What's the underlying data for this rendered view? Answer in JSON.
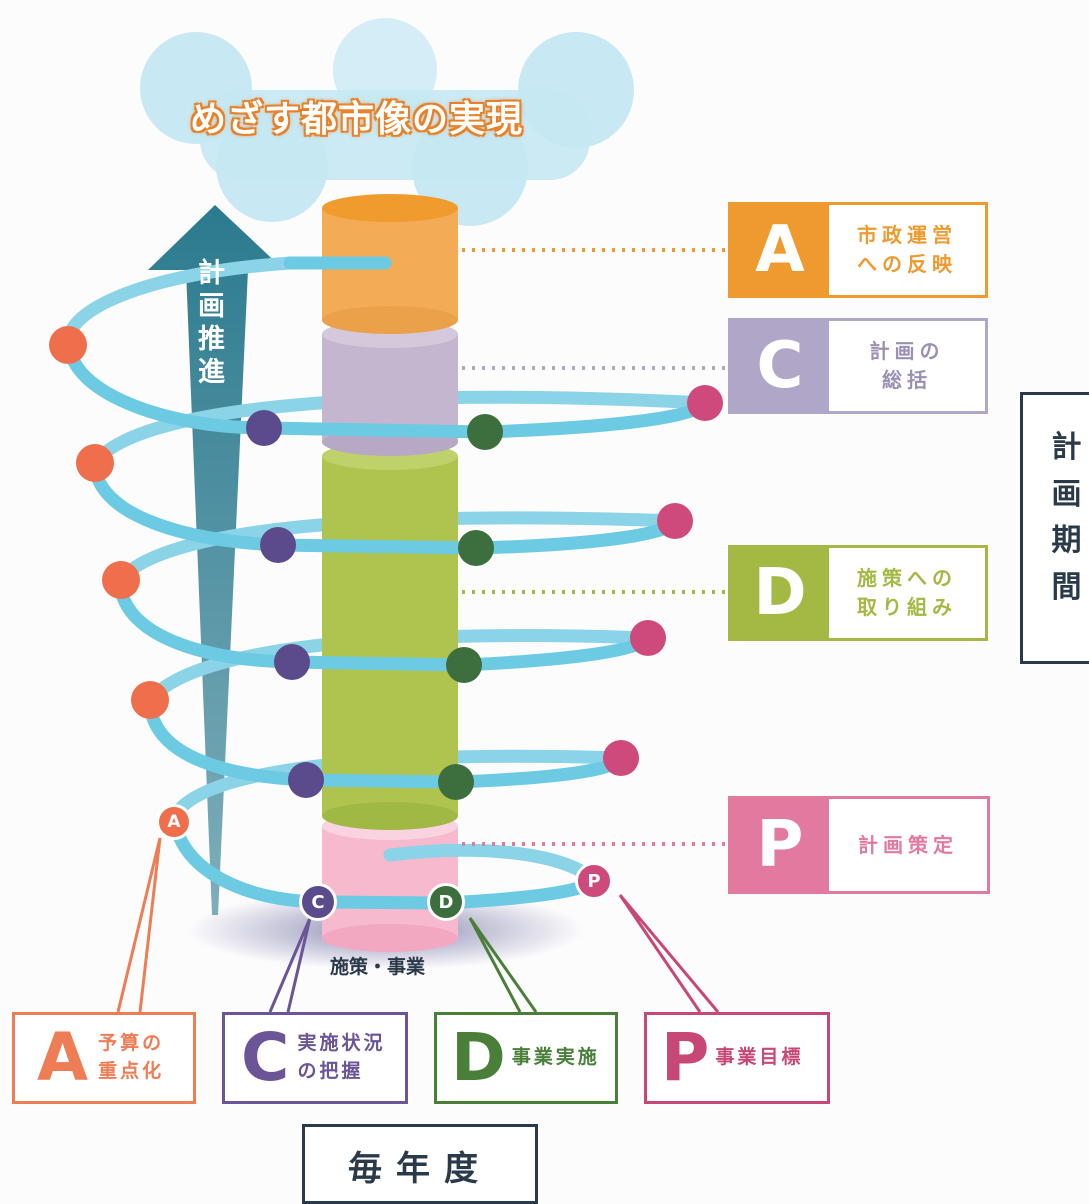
{
  "vision_title": "めざす都市像の実現",
  "arrow_label": [
    "計",
    "画",
    "推",
    "進"
  ],
  "period_label": [
    "計",
    "画",
    "期",
    "間"
  ],
  "yearly_label": "毎年度",
  "base_label": "施策・事業",
  "plan_boxes": [
    {
      "letter": "A",
      "lines": [
        "市政運営",
        "への反映"
      ],
      "color": "#ef9a2f"
    },
    {
      "letter": "C",
      "lines": [
        "計画の",
        "総括"
      ],
      "color": "#b0a6c8"
    },
    {
      "letter": "D",
      "lines": [
        "施策への",
        "取り組み"
      ],
      "color": "#a3b944"
    },
    {
      "letter": "P",
      "lines": [
        "計画策定"
      ],
      "color": "#e27aa0"
    }
  ],
  "yearly_boxes": [
    {
      "letter": "A",
      "lines": [
        "予算の",
        "重点化"
      ],
      "color": "#ee7c55"
    },
    {
      "letter": "C",
      "lines": [
        "実施状況",
        "の把握"
      ],
      "color": "#6b5597"
    },
    {
      "letter": "D",
      "lines": [
        "事業実施"
      ],
      "color": "#4a7f3a"
    },
    {
      "letter": "P",
      "lines": [
        "事業目標"
      ],
      "color": "#c74876"
    }
  ],
  "spiral_markers": [
    "A",
    "C",
    "D",
    "P"
  ],
  "colors": {
    "spiral": "#6ccbe3",
    "arrow": "#2b7a8e",
    "cloud": "#c5e8f3",
    "dot_A": "#ef6f4c",
    "dot_C": "#5b4b8c",
    "dot_D": "#3d6e3e",
    "dot_P": "#cf4a7c"
  }
}
